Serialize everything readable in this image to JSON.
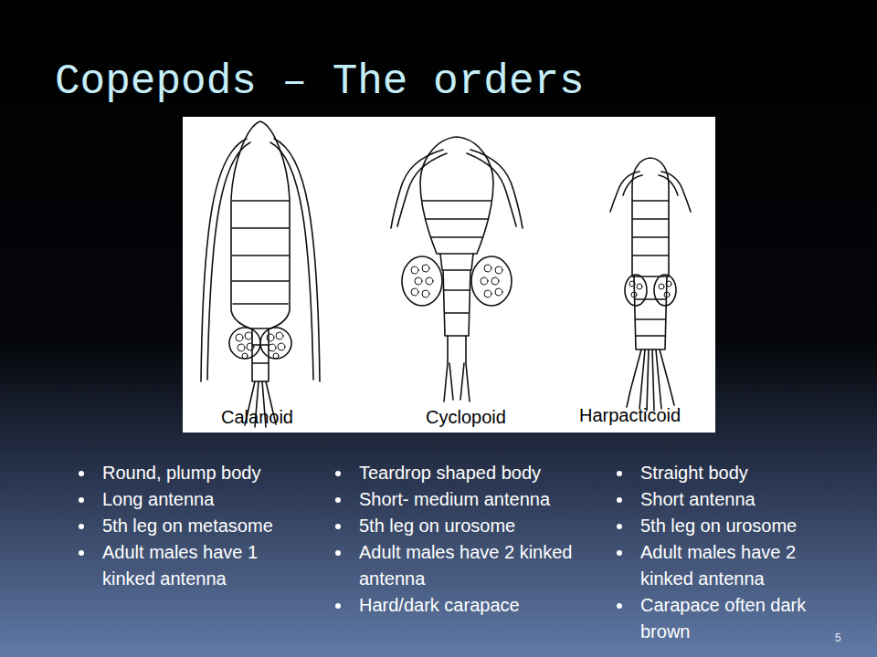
{
  "diagram": {
    "title": "Copepods – The orders",
    "nodes": [
      {
        "text": [
          "Calanoid",
          "Cyclopoid",
          "Harpacticoid"
        ]
      }
    ],
    "labels": [
      "Round, plump body",
      "Long antenna",
      "5th leg on metasome",
      "Adult males have 1 kinked antenna",
      "Teardrop shaped body",
      "Short- medium antenna",
      "5th leg on urosome",
      "Adult males have 2 kinked antenna",
      "Hard/dark carapace",
      "Straight body",
      "Short antenna",
      "5th leg on urosome",
      "Adult males have 2 kinked antenna",
      "Carapace often dark brown",
      "5"
    ]
  }
}
